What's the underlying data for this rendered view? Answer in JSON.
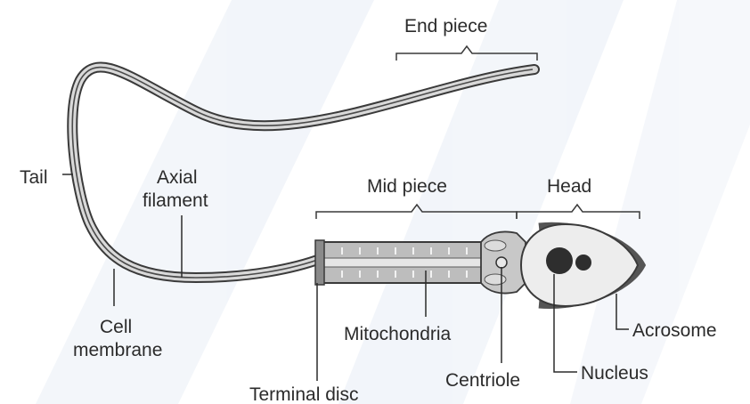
{
  "diagram": {
    "labels": {
      "end_piece": "End piece",
      "tail": "Tail",
      "axial_1": "Axial",
      "axial_2": "filament",
      "mid_piece": "Mid piece",
      "head": "Head",
      "cell_1": "Cell",
      "cell_2": "membrane",
      "mitochondria": "Mitochondria",
      "acrosome": "Acrosome",
      "centriole": "Centriole",
      "nucleus": "Nucleus",
      "terminal_disc": "Terminal disc"
    },
    "colors": {
      "outline": "#3a3a3a",
      "tail_fill": "#d9d9d9",
      "midpiece_fill": "#bdbdbd",
      "head_fill": "#ededed",
      "acrosome": "#555555",
      "nucleus": "#2e2e2e",
      "watermark": "#e9eef6"
    }
  }
}
